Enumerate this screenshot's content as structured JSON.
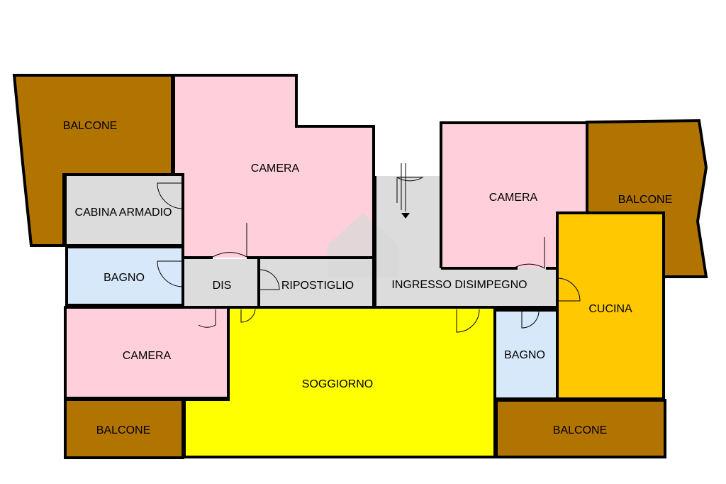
{
  "colors": {
    "balcony": "#b27400",
    "bedroom": "#ffd0dc",
    "storage": "#dcdcdc",
    "bath": "#d6e8fa",
    "living": "#ffff00",
    "kitchen": "#ffc800",
    "wall": "#000000",
    "watermark": "#d9d9d9"
  },
  "rooms": {
    "balcone_top_left": {
      "label": "BALCONE",
      "fill": "balcony"
    },
    "camera_top": {
      "label": "CAMERA",
      "fill": "bedroom"
    },
    "cabina_armadio": {
      "label": "CABINA ARMADIO",
      "fill": "storage"
    },
    "bagno_left": {
      "label": "BAGNO",
      "fill": "bath"
    },
    "dis": {
      "label": "DIS",
      "fill": "storage"
    },
    "ripostiglio": {
      "label": "RIPOSTIGLIO",
      "fill": "storage"
    },
    "ingresso": {
      "label": "INGRESSO DISIMPEGNO",
      "fill": "storage"
    },
    "camera_right": {
      "label": "CAMERA",
      "fill": "bedroom"
    },
    "balcone_right": {
      "label": "BALCONE",
      "fill": "balcony"
    },
    "cucina": {
      "label": "CUCINA",
      "fill": "kitchen"
    },
    "camera_left": {
      "label": "CAMERA",
      "fill": "bedroom"
    },
    "soggiorno": {
      "label": "SOGGIORNO",
      "fill": "living"
    },
    "bagno_right": {
      "label": "BAGNO",
      "fill": "bath"
    },
    "balcone_bottom_left": {
      "label": "BALCONE",
      "fill": "balcony"
    },
    "balcone_bottom_right": {
      "label": "BALCONE",
      "fill": "balcony"
    }
  }
}
